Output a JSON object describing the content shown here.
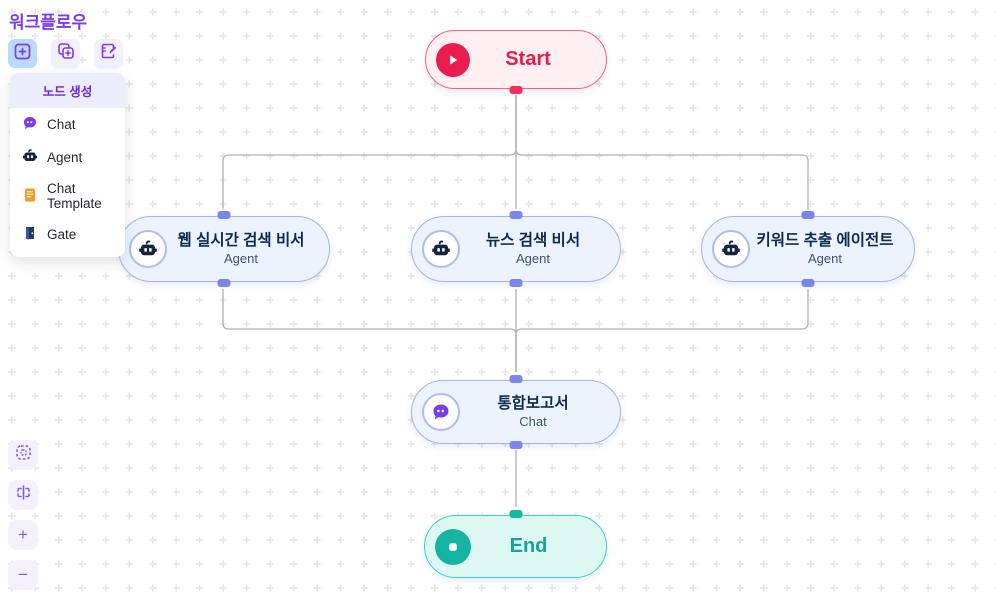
{
  "page": {
    "title": "워크플로우"
  },
  "toolbar": {
    "buttons": [
      {
        "name": "add-node",
        "icon": "plus-square-icon",
        "active": true
      },
      {
        "name": "duplicate-node",
        "icon": "copy-plus-icon",
        "active": false
      },
      {
        "name": "edit-workflow",
        "icon": "edit-note-icon",
        "active": false
      }
    ]
  },
  "node_menu": {
    "header": "노드 생성",
    "items": [
      {
        "label": "Chat",
        "icon": "chat-bubble-icon",
        "icon_color": "#7c3aed"
      },
      {
        "label": "Agent",
        "icon": "robot-icon",
        "icon_color": "#16233f"
      },
      {
        "label": "Chat Template",
        "icon": "document-icon",
        "icon_color": "#f79a1f"
      },
      {
        "label": "Gate",
        "icon": "door-icon",
        "icon_color": "#1e3a6e"
      }
    ]
  },
  "canvas": {
    "nodes": [
      {
        "id": "start",
        "type": "start",
        "label": "Start",
        "icon": "play-icon",
        "color": "#e91a4c"
      },
      {
        "id": "agent-1",
        "type": "agent",
        "title": "웹 실시간 검색 비서",
        "subtitle": "Agent",
        "icon": "robot-icon"
      },
      {
        "id": "agent-2",
        "type": "agent",
        "title": "뉴스 검색 비서",
        "subtitle": "Agent",
        "icon": "robot-icon"
      },
      {
        "id": "agent-3",
        "type": "agent",
        "title": "키워드 추출 에이전트",
        "subtitle": "Agent",
        "icon": "robot-icon"
      },
      {
        "id": "chat-1",
        "type": "chat",
        "title": "통합보고서",
        "subtitle": "Chat",
        "icon": "chat-bubble-icon"
      },
      {
        "id": "end",
        "type": "end",
        "label": "End",
        "icon": "stop-icon",
        "color": "#10a594"
      }
    ],
    "edges": [
      {
        "from": "start",
        "to": "agent-1"
      },
      {
        "from": "start",
        "to": "agent-2"
      },
      {
        "from": "start",
        "to": "agent-3"
      },
      {
        "from": "agent-1",
        "to": "chat-1"
      },
      {
        "from": "agent-2",
        "to": "chat-1"
      },
      {
        "from": "agent-3",
        "to": "chat-1"
      },
      {
        "from": "chat-1",
        "to": "end"
      }
    ]
  },
  "zoom_controls": {
    "fit_view_icon": "fit-view-icon",
    "layout_icon": "layout-split-icon",
    "zoom_in": "+",
    "zoom_out": "−"
  },
  "colors": {
    "accent": "#7c3aed",
    "start_border": "#f9607f",
    "start_bg": "#fdeff2",
    "agent_border": "#a3b3f3",
    "agent_bg": "#ecf3fc",
    "end_border": "#2fd8c0",
    "end_bg": "#ddf8f3",
    "handle": "#7b85ee",
    "edge_line": "#b1b1b7"
  }
}
